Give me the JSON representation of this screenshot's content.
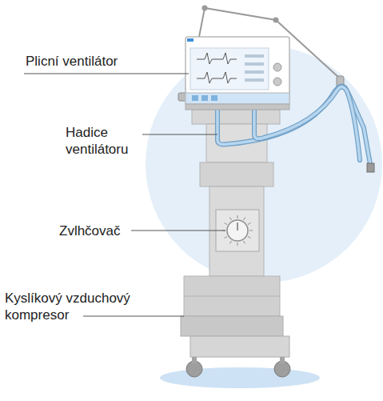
{
  "diagram": {
    "labels": [
      "Plicní ventilátor",
      "Hadice ventilátoru",
      "Zvlhčovač",
      "Kyslíkový vzduchový kompresor"
    ]
  }
}
